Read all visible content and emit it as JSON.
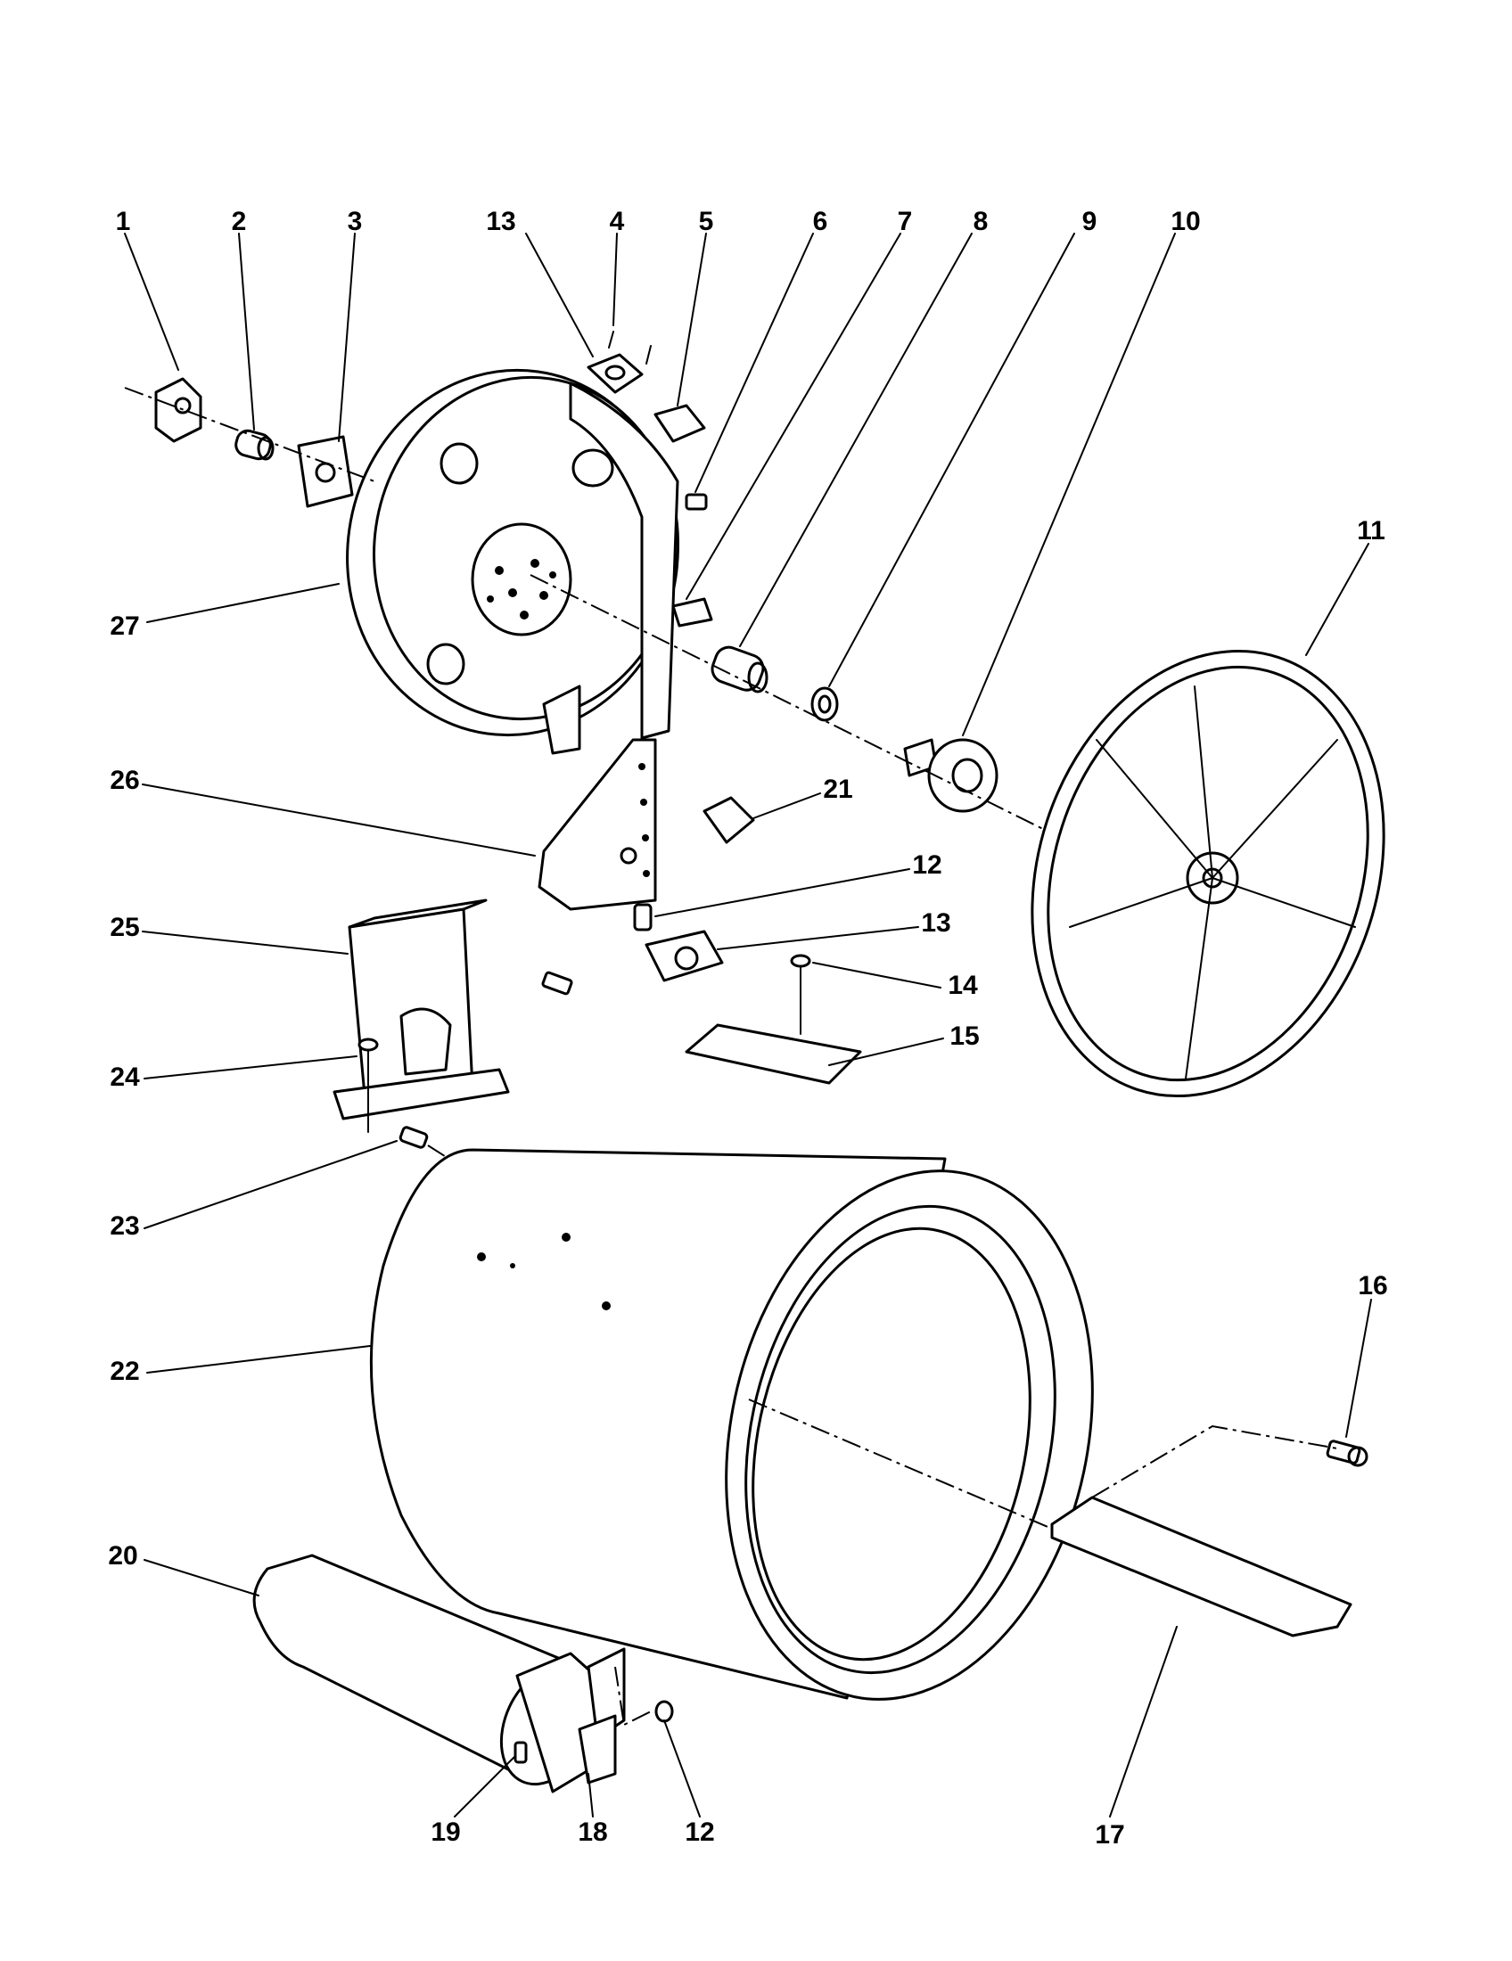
{
  "diagram": {
    "type": "exploded parts diagram",
    "callouts": [
      "1",
      "2",
      "3",
      "13",
      "4",
      "5",
      "6",
      "7",
      "8",
      "9",
      "10",
      "11",
      "27",
      "26",
      "21",
      "12",
      "25",
      "13",
      "14",
      "15",
      "24",
      "23",
      "22",
      "16",
      "20",
      "19",
      "18",
      "12",
      "17"
    ]
  }
}
